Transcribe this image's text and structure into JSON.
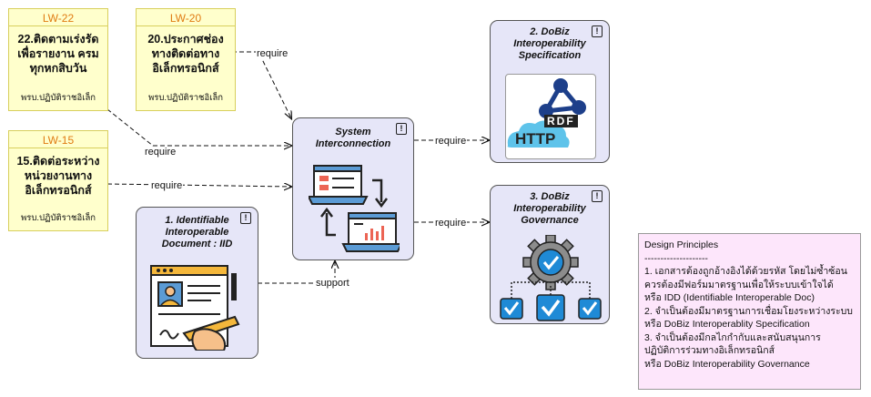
{
  "requirements": [
    {
      "id": "LW-22",
      "title": "22.ติดตามเร่งรัด เพื่อรายงาน ครม ทุกหกสิบวัน",
      "source": "พรบ.ปฏิบัติราชอิเล็ก"
    },
    {
      "id": "LW-20",
      "title": "20.ประกาศช่องทางติดต่อทาง อิเล็กทรอนิกส์",
      "source": "พรบ.ปฏิบัติราชอิเล็ก"
    },
    {
      "id": "LW-15",
      "title": "15.ติดต่อระหว่าง หน่วยงานทาง อิเล็กทรอนิกส์",
      "source": "พรบ.ปฏิบัติราชอิเล็ก"
    }
  ],
  "components": {
    "iid": {
      "title": "1. Identifiable Interoperable Document : IID"
    },
    "system": {
      "title": "System Interconnection"
    },
    "spec": {
      "title": "2. DoBiz Interoperability Specification"
    },
    "gov": {
      "title": "3. DoBiz Interoperability Governance"
    }
  },
  "edges": {
    "require": "require",
    "support": "support"
  },
  "rdf_logo": {
    "rdf": "RDF",
    "http": "HTTP"
  },
  "principles": {
    "title": "Design Principles",
    "separator": "--------------------",
    "lines": [
      "1. เอกสารต้องถูกอ้างอิงได้ด้วยรหัส โดยไม่ซ้ำซ้อน",
      "ควรต้องมีฟอร์มมาตรฐานเพื่อให้ระบบเข้าใจได้",
      "หรือ IDD (Identifiable Interoperable Doc)",
      "2. จำเป็นต้องมีมาตรฐานการเชื่อมโยงระหว่างระบบ",
      "หรือ DoBiz Interoperablity Specification",
      "3. จำเป็นต้องมีกลไกกำกับและสนับสนุนการ",
      "ปฏิบัติการร่วมทางอิเล็กทรอนิกส์",
      "หรือ DoBiz Interoperability Governance"
    ]
  },
  "colors": {
    "note_bg": "#ffffcc",
    "box_bg": "#e6e6f8",
    "principles_bg": "#fde6fb",
    "accent_blue": "#1f8ad6"
  }
}
